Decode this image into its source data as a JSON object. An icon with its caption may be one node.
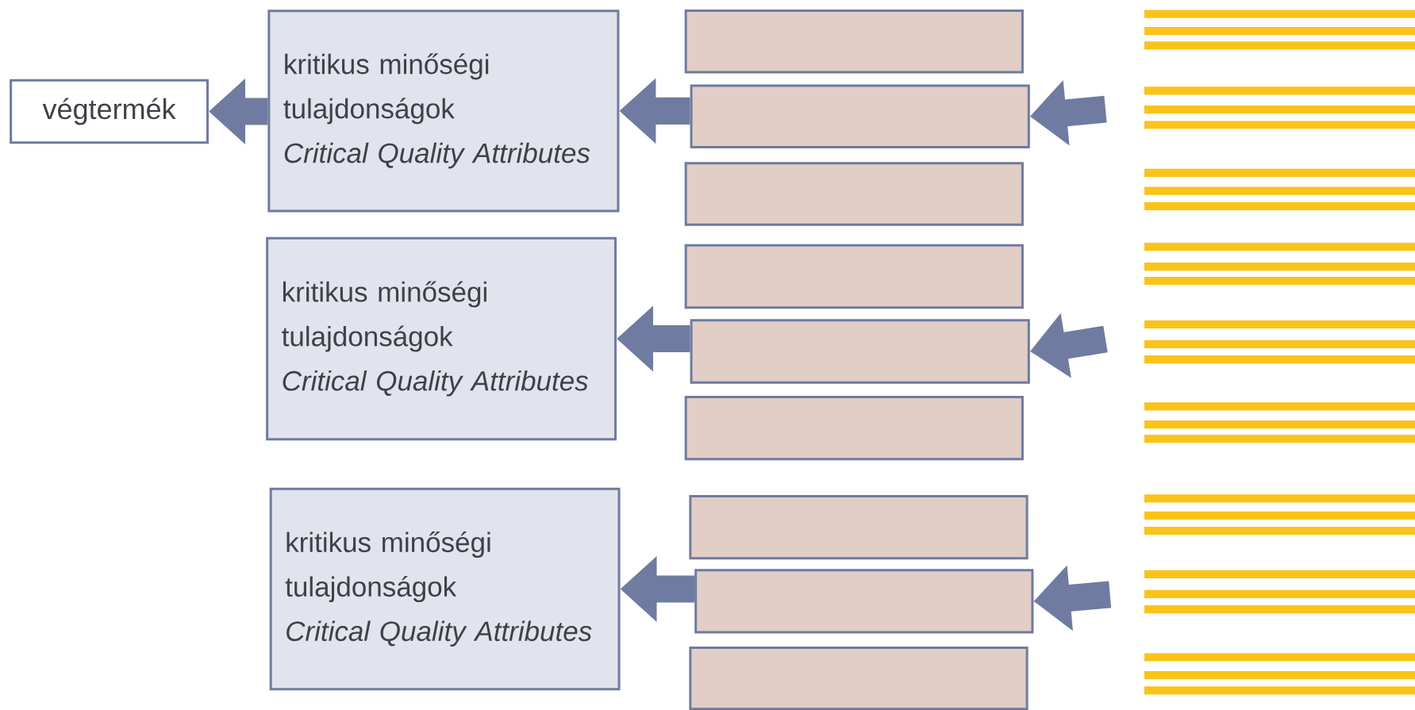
{
  "diagram": {
    "nodes": [
      {
        "text": [
          "végtermék"
        ]
      },
      {
        "text": [
          "kritikus minőségi tulajdonságok",
          "Critical Quality Attributes"
        ]
      },
      {
        "text": [],
        "shape": "box"
      },
      {
        "text": [],
        "shape": "box"
      },
      {
        "text": [],
        "shape": "box"
      },
      {
        "text": [
          "kritikus minőségi tulajdonságok",
          "Critical Quality Attributes"
        ]
      },
      {
        "text": [],
        "shape": "box"
      },
      {
        "text": [],
        "shape": "box"
      },
      {
        "text": [],
        "shape": "box"
      },
      {
        "text": [
          "kritikus minőségi tulajdonságok",
          "Critical Quality Attributes"
        ]
      },
      {
        "text": [],
        "shape": "box"
      },
      {
        "text": [],
        "shape": "box"
      },
      {
        "text": [],
        "shape": "box"
      }
    ],
    "edges": [
      {
        "from": 1,
        "to": 0,
        "arrow": "to"
      },
      {
        "from": 3,
        "to": 1,
        "arrow": "to"
      },
      {
        "from": 7,
        "to": 5,
        "arrow": "to"
      },
      {
        "from": 11,
        "to": 9,
        "arrow": "to"
      },
      {
        "from": null,
        "to": 3,
        "arrow": "to"
      },
      {
        "from": null,
        "to": 7,
        "arrow": "to"
      },
      {
        "from": null,
        "to": 11,
        "arrow": "to"
      }
    ]
  }
}
